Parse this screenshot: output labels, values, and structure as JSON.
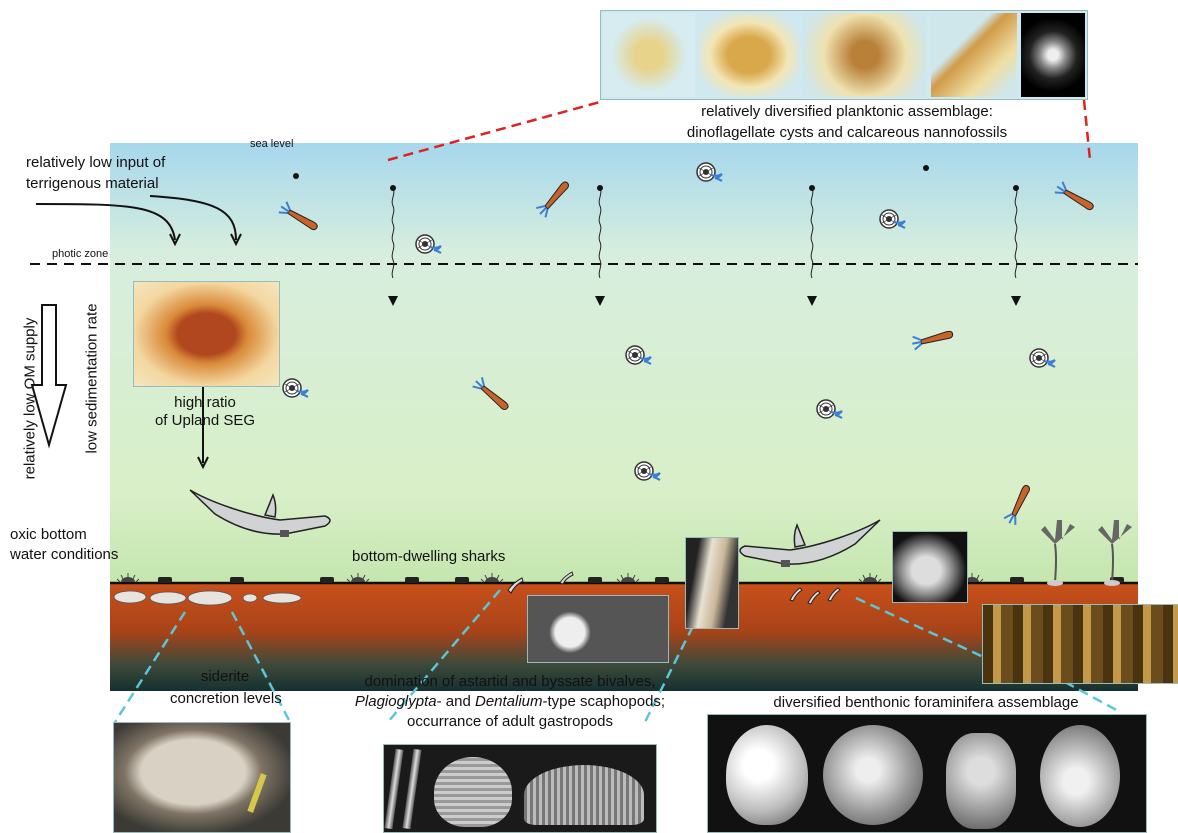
{
  "labels": {
    "sea_level": "sea level",
    "photic_zone": "photic zone",
    "terrigenous_line1": "relatively low input of",
    "terrigenous_line2": "terrigenous material",
    "plankton_line1": "relatively diversified planktonic assemblage:",
    "plankton_line2": "dinoflagellate cysts and calcareous nannofossils",
    "om_supply": "relatively low OM supply",
    "sedimentation": "low sedimentation rate",
    "seg_line1": "high ratio",
    "seg_line2": "of Upland SEG",
    "oxic_line1": "oxic bottom",
    "oxic_line2": "water conditions",
    "sharks": "bottom-dwelling sharks",
    "siderite_line1": "siderite",
    "siderite_line2": "concretion levels",
    "bivalves_line1": "domination of astartid and byssate bivalves,",
    "bivalves_line2_a": "Plagioglypta",
    "bivalves_line2_b": "- and ",
    "bivalves_line2_c": "Dentalium",
    "bivalves_line2_d": "-type scaphopods;",
    "bivalves_line3": "occurrance of adult gastropods",
    "foraminifera": "diversified benthonic foraminifera assemblage"
  },
  "colors": {
    "water_top": "#a8d8ea",
    "water_mid": "#d8efc8",
    "water_bottom": "#c6e7b5",
    "sediment_top": "#c8501c",
    "sediment_bottom": "#1c3434",
    "dashed_red": "#d22",
    "dashed_cyan": "#5bc6d8",
    "ammonite": "#444",
    "belemnite": "#c8642a",
    "belemnite_tail": "#3a7fd6",
    "shark": "#cfd1d3"
  }
}
